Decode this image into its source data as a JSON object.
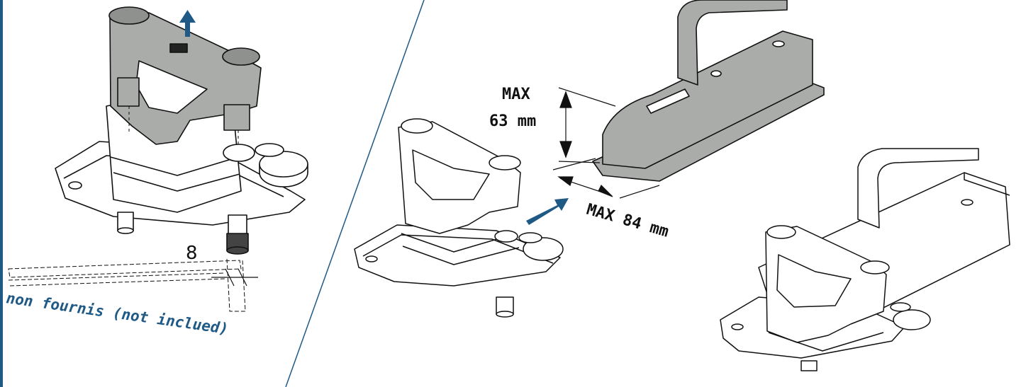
{
  "labels": {
    "height_max_word": "MAX",
    "height_max_value": "63 mm",
    "width_max": "MAX 84 mm",
    "wrench_size": "8",
    "not_included_note": "non fournis (not inclued)"
  },
  "colors": {
    "accent_blue": "#1f5a86",
    "ink": "#111111",
    "part_grey": "#a9aca9",
    "part_grey_dark": "#8e918e"
  },
  "icons": {
    "up_arrow": "up-arrow-icon",
    "insert_arrow": "diagonal-arrow-icon",
    "wrench": "hex-key-icon"
  }
}
